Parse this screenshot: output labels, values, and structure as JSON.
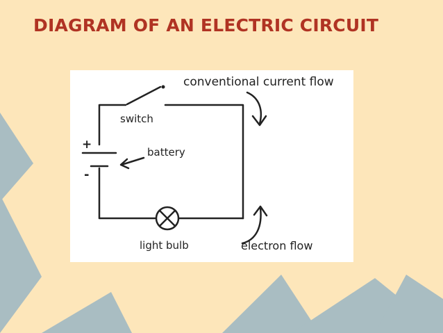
{
  "slide": {
    "title": "DIAGRAM OF AN ELECTRIC CIRCUIT"
  },
  "diagram": {
    "labels": {
      "conventional_current_flow": "conventional current flow",
      "switch": "switch",
      "battery": "battery",
      "plus_sign": "+",
      "minus_sign": "-",
      "light_bulb": "light bulb",
      "electron_flow": "electron flow"
    },
    "components": [
      "switch",
      "battery",
      "light-bulb",
      "wires"
    ],
    "colors": {
      "background": "#fde6ba",
      "triangles": "#a9bdc2",
      "title": "#b03323",
      "line": "#222222"
    }
  }
}
